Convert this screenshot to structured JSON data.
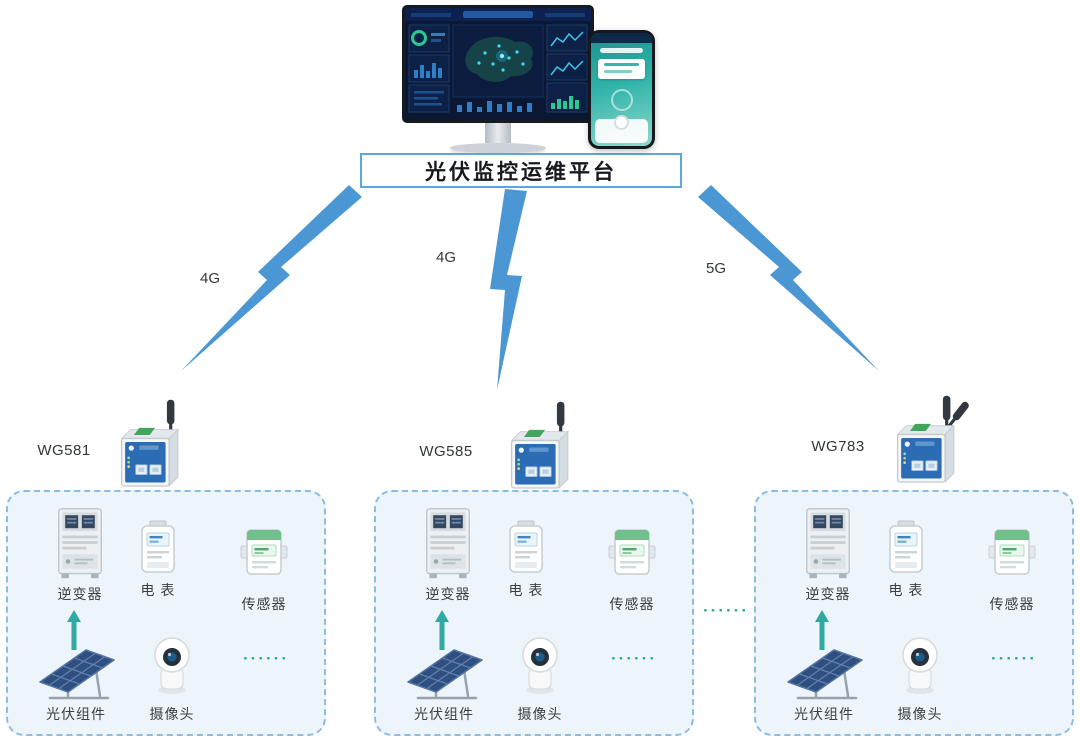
{
  "platform": {
    "title": "光伏监控运维平台"
  },
  "separator": "······",
  "colors": {
    "bolt_blue": "#4A97D3",
    "title_border_blue": "#5CA7DB",
    "site_box_border_blue": "#8ABDE1",
    "site_box_fill": "#EDF5FB",
    "teal_accent": "#2FA9A2",
    "label_gray": "#3C4044",
    "gateway_panel_blue": "#2C6CB4",
    "dashboard_bg_navy": "#0A1833"
  },
  "icons": {
    "monitor": "dashboard-monitor-icon",
    "phone": "mobile-app-phone-icon",
    "bolt": "lightning-bolt-icon",
    "gateway": "industrial-gateway-icon",
    "inverter": "inverter-cabinet-icon",
    "meter": "electric-meter-icon",
    "sensor": "sensor-box-icon",
    "pv": "solar-panel-icon",
    "camera": "ip-camera-icon"
  },
  "sites": [
    {
      "network": "4G",
      "gateway": "WG581",
      "devices": {
        "inverter": "逆变器",
        "meter": "电 表",
        "sensor": "传感器",
        "pv": "光伏组件",
        "camera": "摄像头",
        "more": "······"
      }
    },
    {
      "network": "4G",
      "gateway": "WG585",
      "devices": {
        "inverter": "逆变器",
        "meter": "电 表",
        "sensor": "传感器",
        "pv": "光伏组件",
        "camera": "摄像头",
        "more": "······"
      }
    },
    {
      "network": "5G",
      "gateway": "WG783",
      "devices": {
        "inverter": "逆变器",
        "meter": "电 表",
        "sensor": "传感器",
        "pv": "光伏组件",
        "camera": "摄像头",
        "more": "······"
      }
    }
  ]
}
